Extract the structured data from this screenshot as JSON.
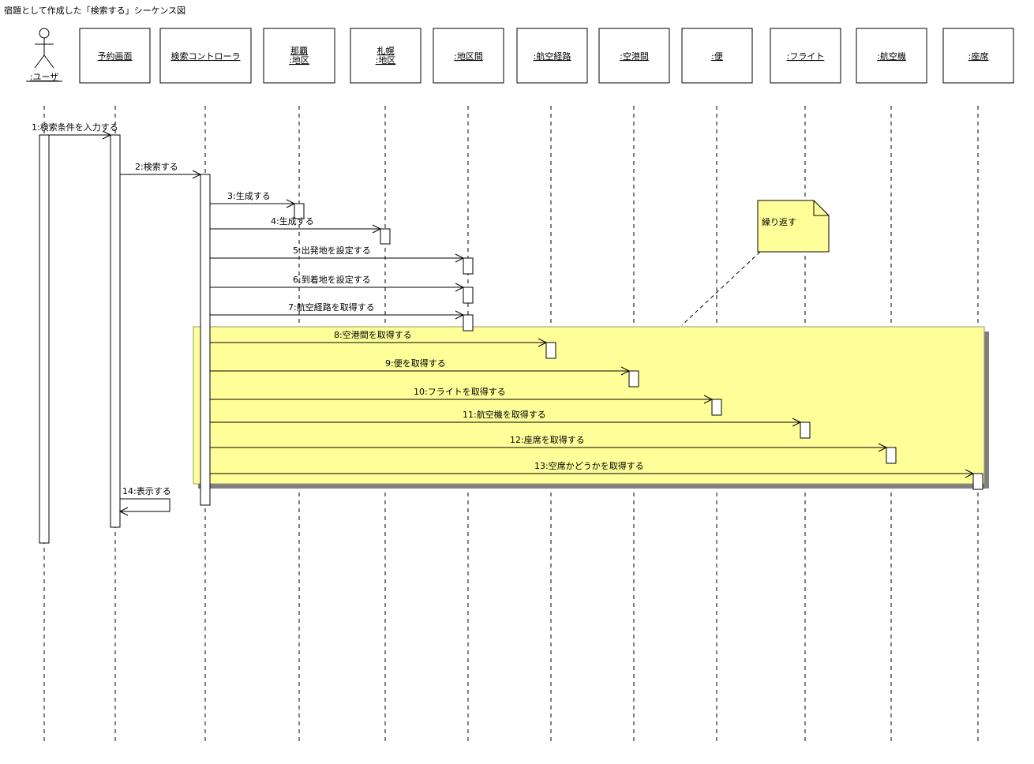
{
  "title": "宿題として作成した「検索する」シーケンス図",
  "actor": {
    "label": ":ユーザ"
  },
  "participants": [
    {
      "id": "yoyaku",
      "lines": [
        "予約画面"
      ]
    },
    {
      "id": "ctrl",
      "lines": [
        "検索コントローラ"
      ]
    },
    {
      "id": "naha",
      "lines": [
        "那覇",
        ":地区"
      ]
    },
    {
      "id": "sapporo",
      "lines": [
        "札幌",
        ":地区"
      ]
    },
    {
      "id": "chikukan",
      "lines": [
        ":地区間"
      ]
    },
    {
      "id": "keiro",
      "lines": [
        ":航空経路"
      ]
    },
    {
      "id": "kukokan",
      "lines": [
        ":空港間"
      ]
    },
    {
      "id": "bin",
      "lines": [
        ":便"
      ]
    },
    {
      "id": "flight",
      "lines": [
        ":フライト"
      ]
    },
    {
      "id": "kokuki",
      "lines": [
        ":航空機"
      ]
    },
    {
      "id": "zaseki",
      "lines": [
        ":座席"
      ]
    }
  ],
  "messages": [
    {
      "label": "1:検索条件を入力する"
    },
    {
      "label": "2:検索する"
    },
    {
      "label": "3:生成する"
    },
    {
      "label": "4:生成する"
    },
    {
      "label": "5:出発地を設定する"
    },
    {
      "label": "6:到着地を設定する"
    },
    {
      "label": "7:航空経路を取得する"
    },
    {
      "label": "8:空港間を取得する"
    },
    {
      "label": "9:便を取得する"
    },
    {
      "label": "10:フライトを取得する"
    },
    {
      "label": "11:航空機を取得する"
    },
    {
      "label": "12:座席を取得する"
    },
    {
      "label": "13:空席かどうかを取得する"
    },
    {
      "label": "14:表示する"
    }
  ],
  "note": {
    "text": "繰り返す"
  },
  "colors": {
    "loop_fill": "#ffff99",
    "note_fill": "#ffff99",
    "shadow": "#808080",
    "line": "#000000"
  }
}
